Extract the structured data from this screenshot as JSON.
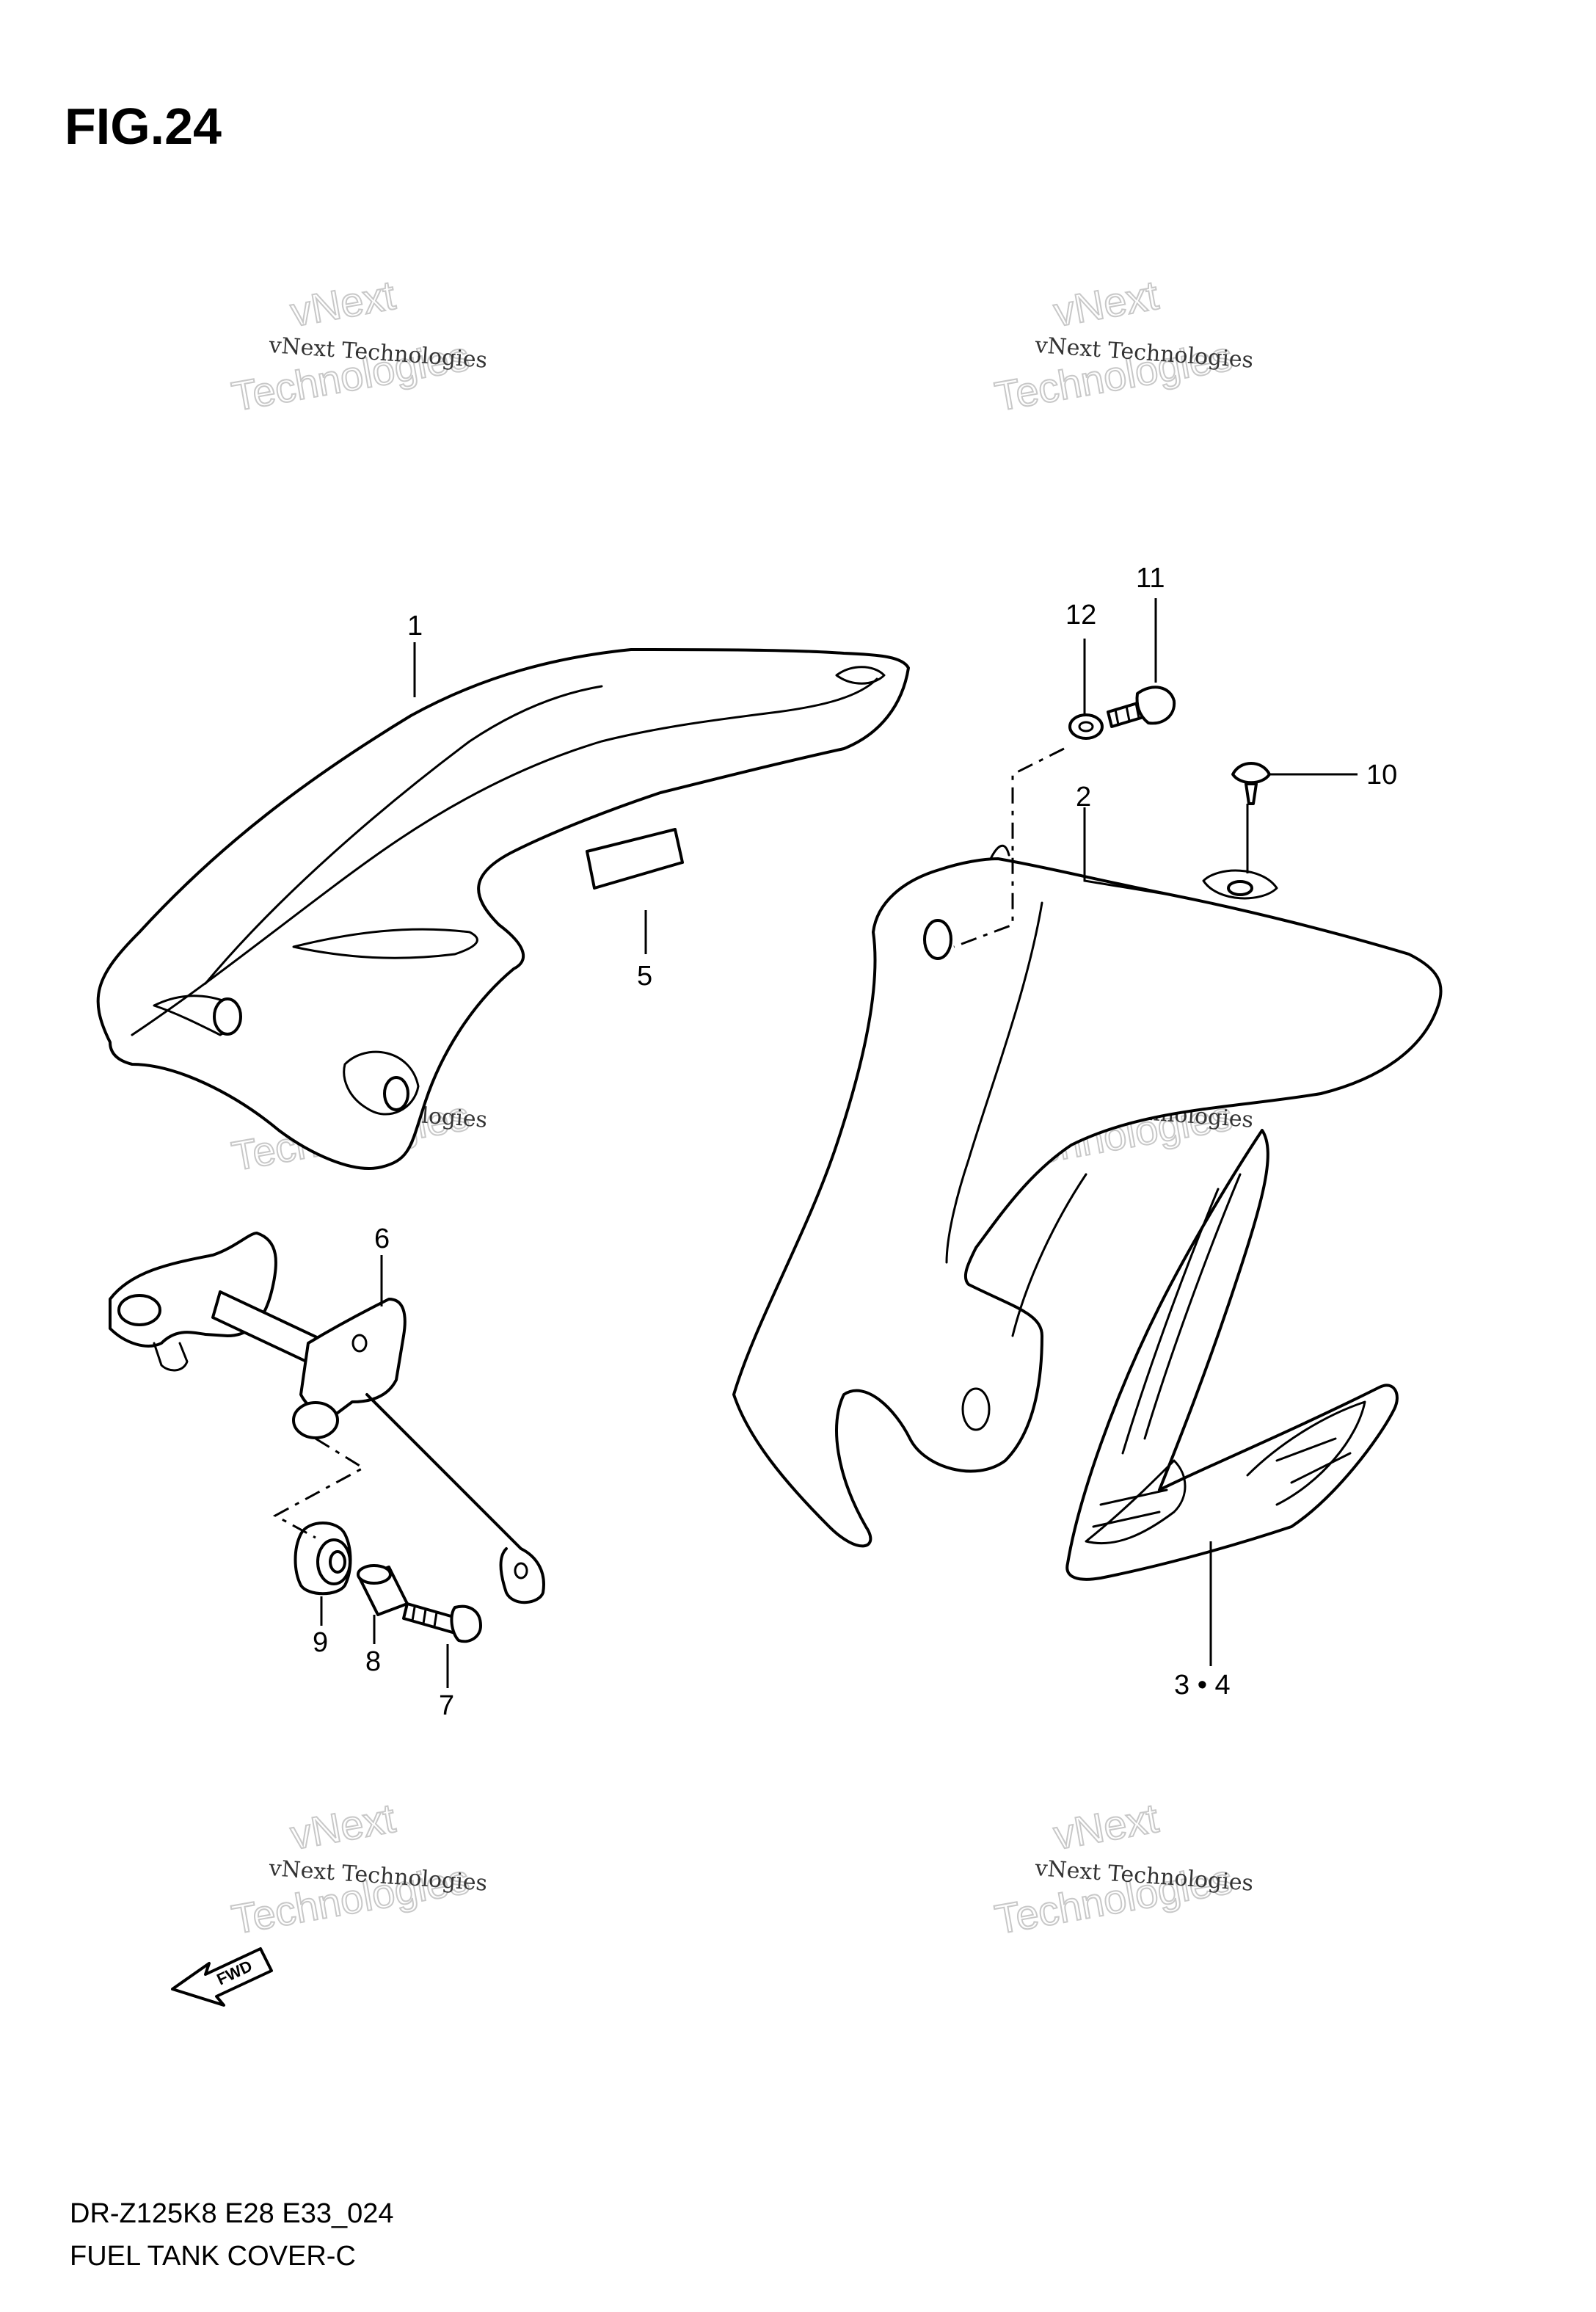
{
  "figure": {
    "title": "FIG.24"
  },
  "footer": {
    "model_code": "DR-Z125K8 E28 E33_024",
    "name": "FUEL TANK COVER-C"
  },
  "watermark": {
    "line1": "vNext Technologies",
    "line2a": "vNext",
    "line2b": "Technologies"
  },
  "fwd_arrow": {
    "label": "FWD"
  },
  "callouts": {
    "c1": "1",
    "c2": "2",
    "c34": "3 • 4",
    "c5": "5",
    "c6": "6",
    "c7": "7",
    "c8": "8",
    "c9": "9",
    "c10": "10",
    "c11": "11",
    "c12": "12"
  },
  "colors": {
    "line": "#000000",
    "background": "#ffffff",
    "watermark_outline": "#c8c8c8"
  }
}
